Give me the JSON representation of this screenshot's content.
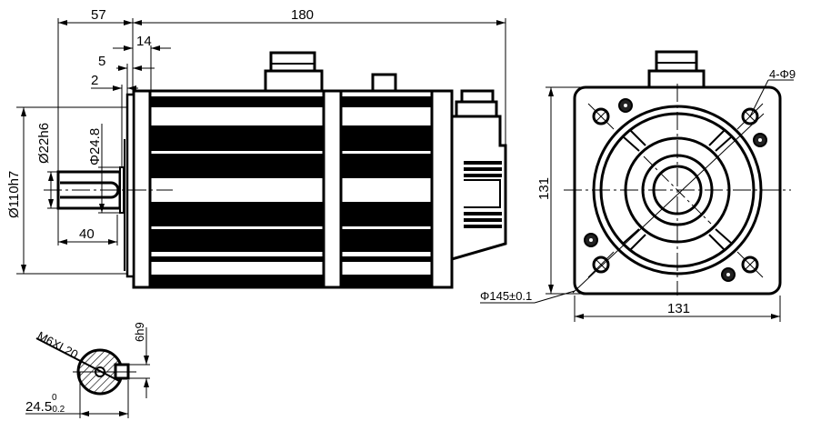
{
  "drawing": {
    "side_view": {
      "dim_overall_length": "180",
      "dim_shaft_to_flange": "57",
      "dim_flange_step": "14",
      "dim_pilot_depth": "5",
      "dim_pilot_offset": "2",
      "dim_shaft_length": "40",
      "dim_pilot_diameter": "Ø110h7",
      "dim_shaft_diameter": "Ø22h6",
      "dim_shoulder_diameter": "Φ24.8"
    },
    "front_view": {
      "dim_height": "131",
      "dim_width": "131",
      "dim_bolt_circle": "Φ145±0.1",
      "dim_holes": "4-Φ9"
    },
    "shaft_section": {
      "dim_thread": "M6XL20",
      "dim_key_width": "6h9",
      "dim_key_depth_value": "24.5",
      "dim_key_depth_upper_tol": "0",
      "dim_key_depth_lower_tol": "-0.2"
    }
  }
}
